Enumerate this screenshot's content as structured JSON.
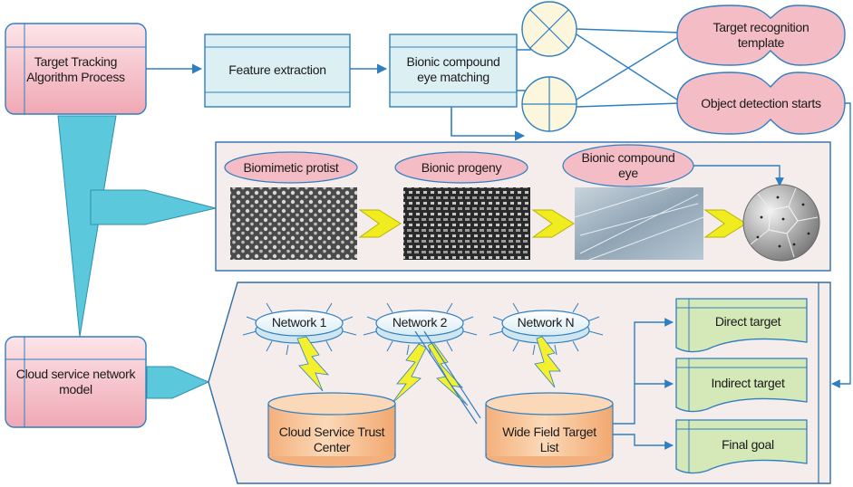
{
  "top": {
    "tracking_process": "Target Tracking\nAlgorithm Process",
    "feature_extraction": "Feature extraction",
    "compound_matching": "Bionic compound\neye matching",
    "recognition_template": "Target recognition\ntemplate",
    "detection_starts": "Object detection starts"
  },
  "bionic": {
    "protist": "Biomimetic protist",
    "progeny": "Bionic progeny",
    "compound_eye": "Bionic compound\neye"
  },
  "cloud": {
    "model": "Cloud service network\nmodel",
    "network_1": "Network 1",
    "network_2": "Network 2",
    "network_n": "Network N",
    "trust_center": "Cloud Service Trust\nCenter",
    "wide_field": "Wide Field Target\nList"
  },
  "targets": {
    "direct": "Direct target",
    "indirect": "Indirect target",
    "final": "Final goal"
  },
  "colors": {
    "pink": "#f4bcc4",
    "light_blue": "#dcf0f4",
    "cyan": "#5cc8dc",
    "orange": "#f8c89c",
    "green": "#d4e8b8",
    "line_blue": "#2f7fc0",
    "panel": "#f5ecec"
  }
}
